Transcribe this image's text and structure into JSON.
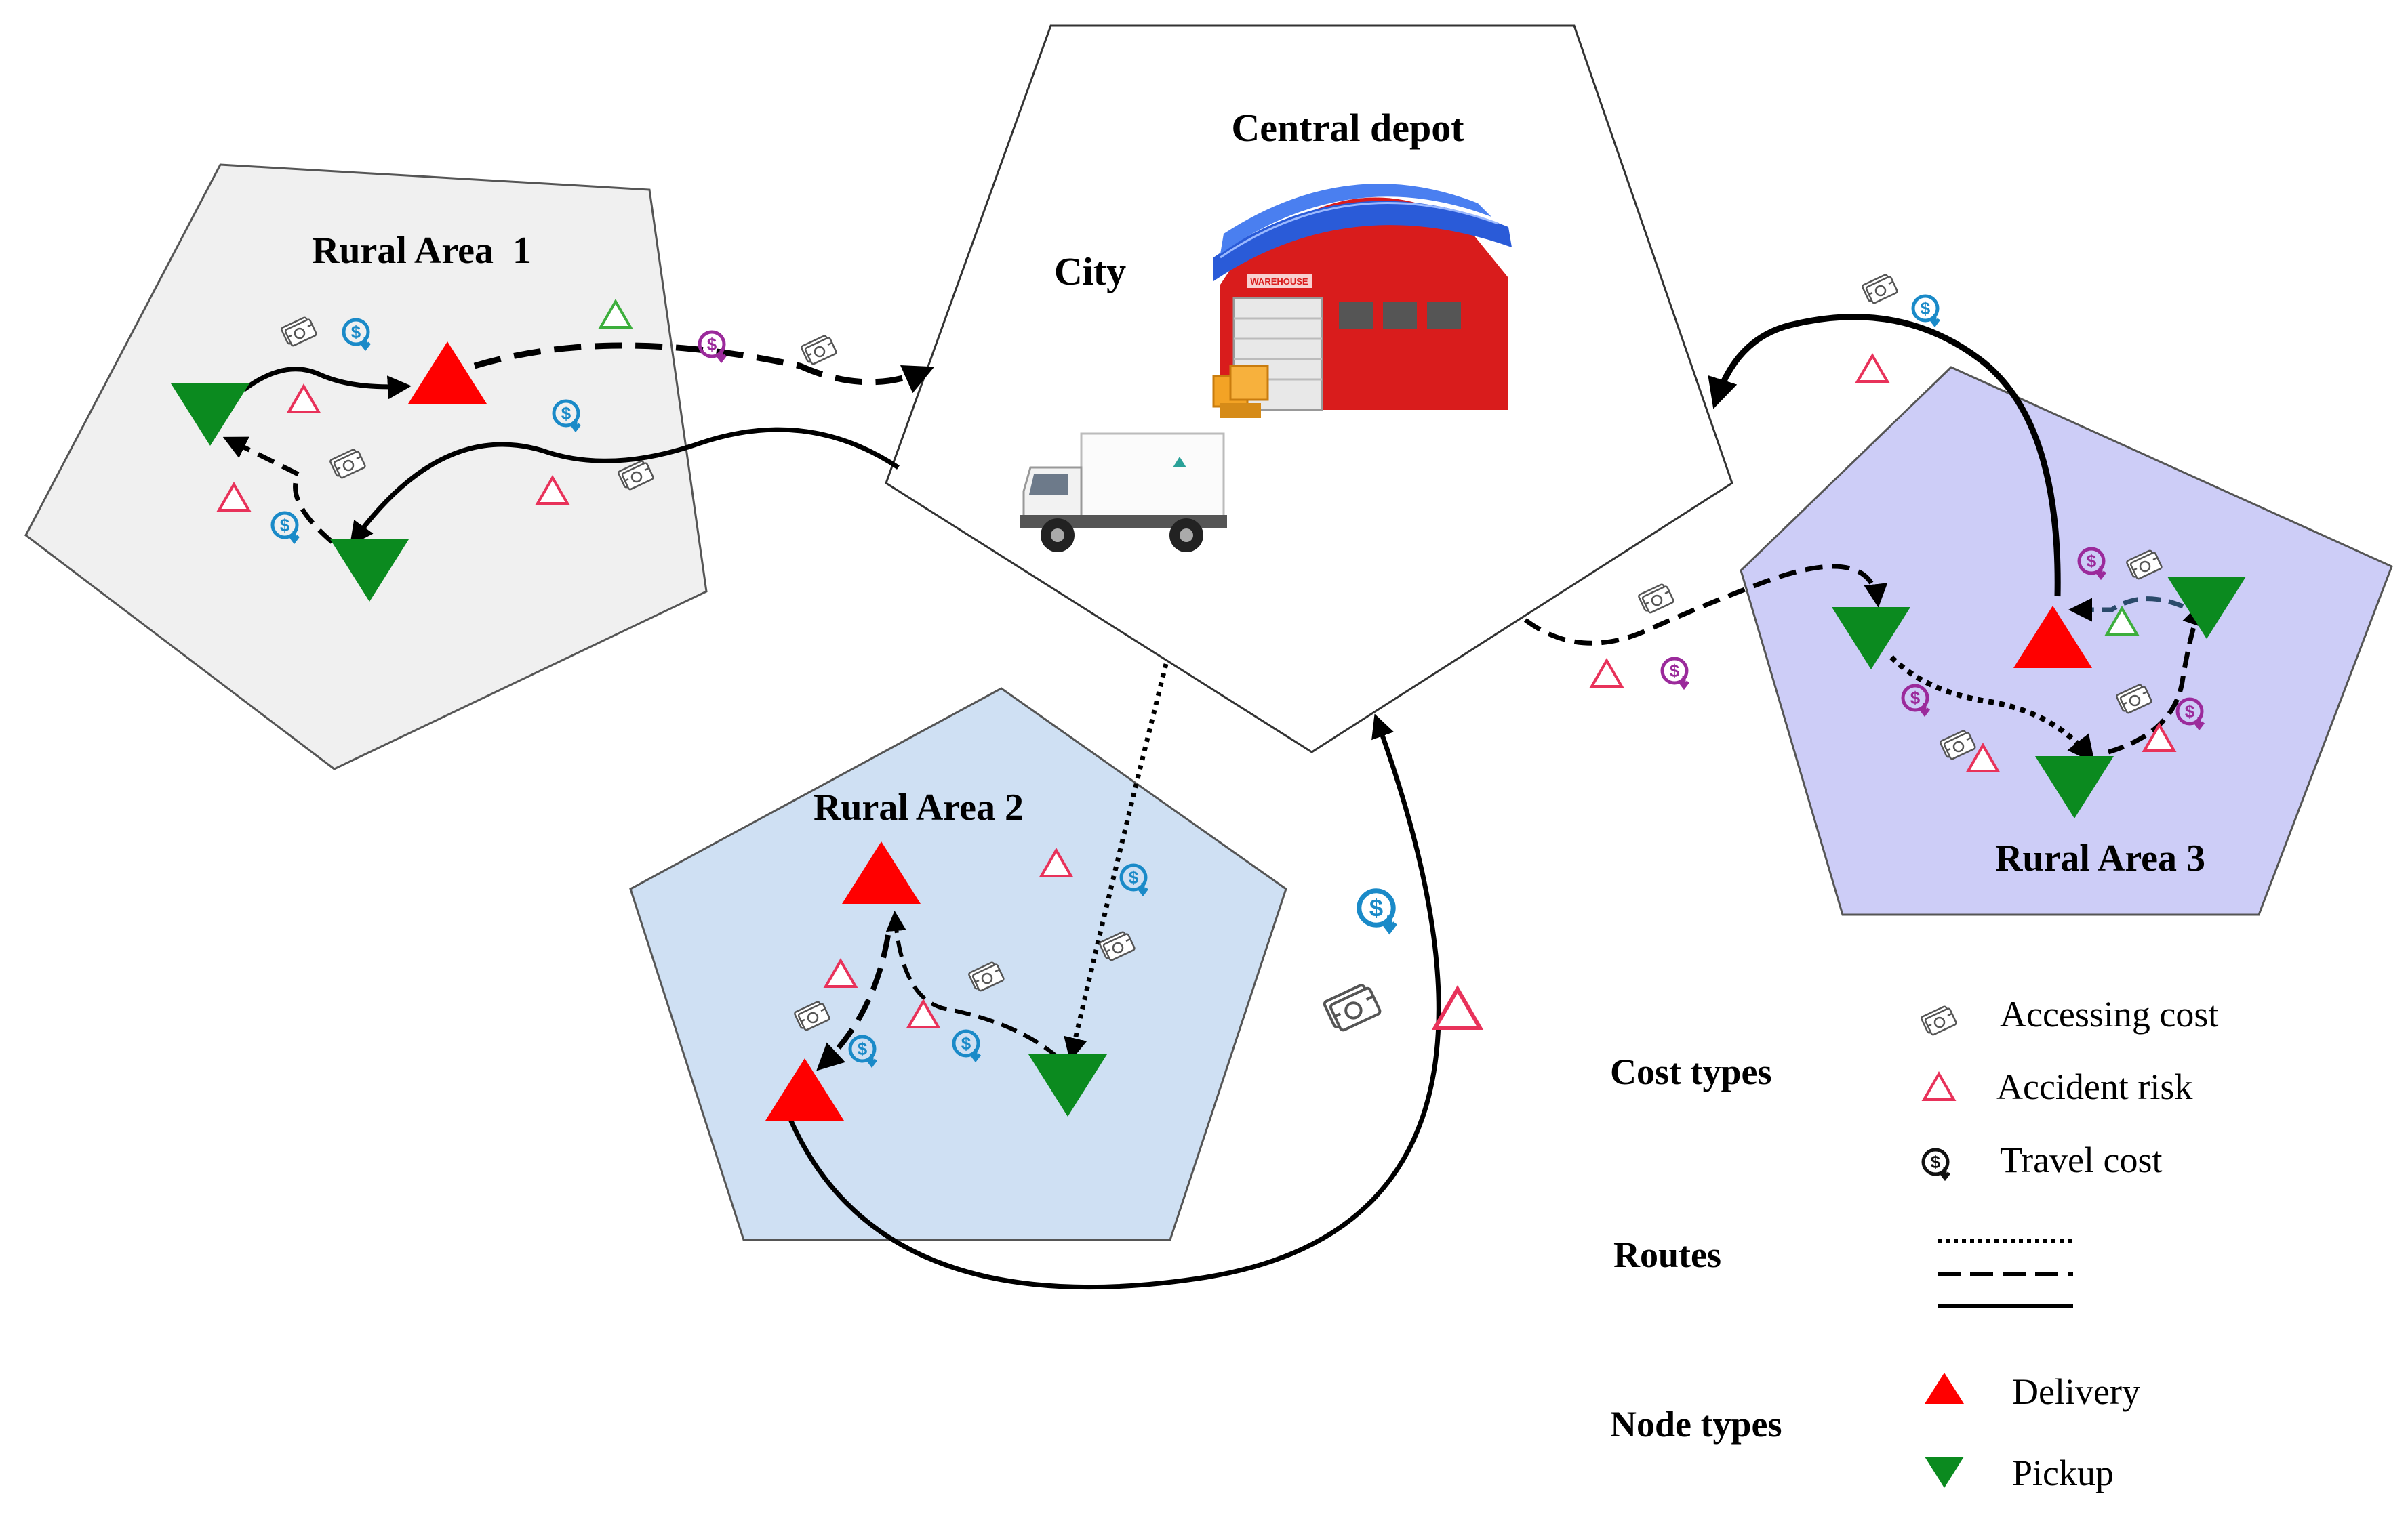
{
  "regions": {
    "city": {
      "label": "City",
      "depot_label": "Central depot"
    },
    "area1": {
      "label": "Rural Area  1"
    },
    "area2": {
      "label": "Rural Area 2"
    },
    "area3": {
      "label": "Rural Area 3"
    }
  },
  "depot": {
    "sign_text": "WAREHOUSE"
  },
  "legend": {
    "cost_types_title": "Cost types",
    "accessing_cost": "Accessing cost",
    "accident_risk": "Accident risk",
    "travel_cost": "Travel cost",
    "routes_title": "Routes",
    "node_types_title": "Node types",
    "delivery": "Delivery",
    "pickup": "Pickup"
  },
  "colors": {
    "area1_fill": "#f0f0f0",
    "area2_fill": "#cfe0f3",
    "area3_fill": "#cdcdf7",
    "delivery": "#ff0000",
    "pickup": "#0b8a1f",
    "risk": "#e8325a",
    "travel_blue": "#1a8ac8",
    "travel_purple": "#9b2a9b",
    "route": "#000000"
  }
}
